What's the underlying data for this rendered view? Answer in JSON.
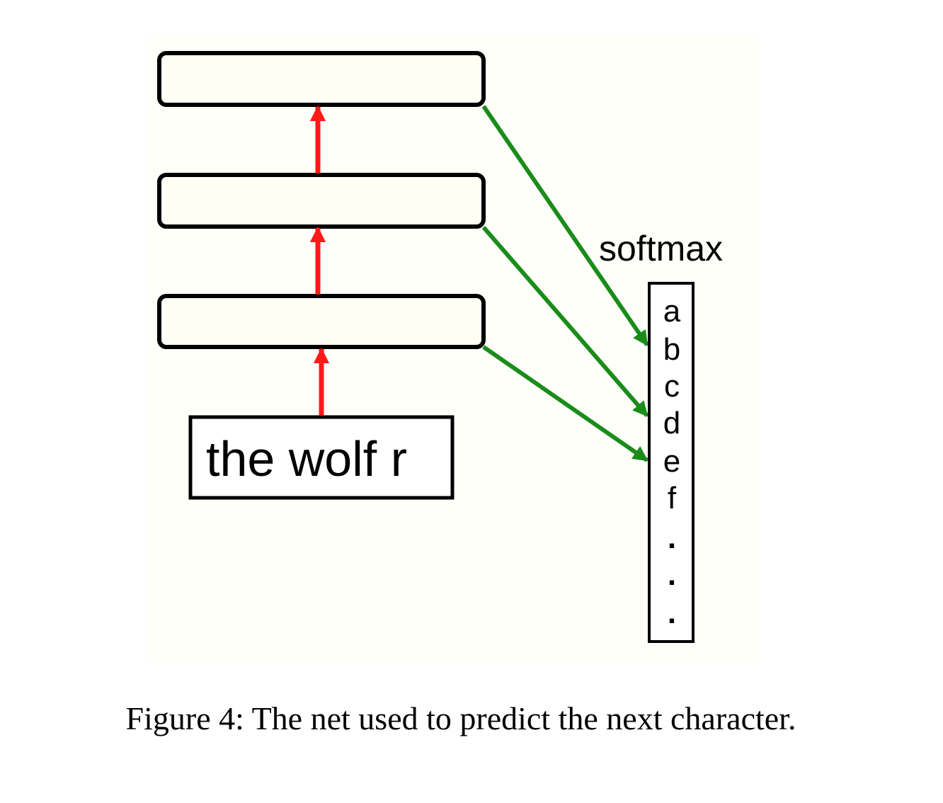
{
  "input_box": {
    "text": "the wolf r"
  },
  "softmax": {
    "label": "softmax",
    "items": [
      "a",
      "b",
      "c",
      "d",
      "e",
      "f",
      ".",
      ".",
      "."
    ]
  },
  "caption": "Figure 4: The net used to predict the next character.",
  "colors": {
    "background": "#fffffa",
    "hidden_fill": "#fffff5",
    "upward_arrow": "#ff1a1a",
    "output_arrow": "#1a8c1a",
    "stroke": "#000000"
  }
}
